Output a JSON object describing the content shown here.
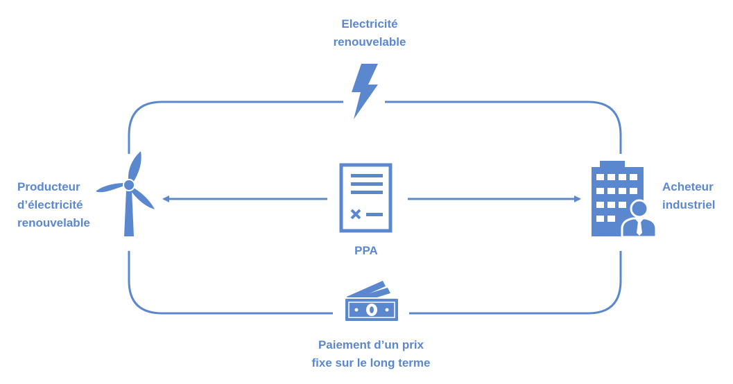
{
  "labels": {
    "top_line1": "Electricité",
    "top_line2": "renouvelable",
    "producer_line1": "Producteur",
    "producer_line2": "d’électricité",
    "producer_line3": "renouvelable",
    "buyer_line1": "Acheteur",
    "buyer_line2": "industriel",
    "center": "PPA",
    "bottom_line1": "Paiement d’un prix",
    "bottom_line2": "fixe sur le long terme"
  },
  "icons": {
    "producer": "wind-turbine-icon",
    "buyer": "office-building-businessman-icon",
    "contract": "contract-document-icon",
    "electricity": "lightning-bolt-icon",
    "payment": "banknotes-icon"
  },
  "colors": {
    "accent": "#5b87cf"
  }
}
